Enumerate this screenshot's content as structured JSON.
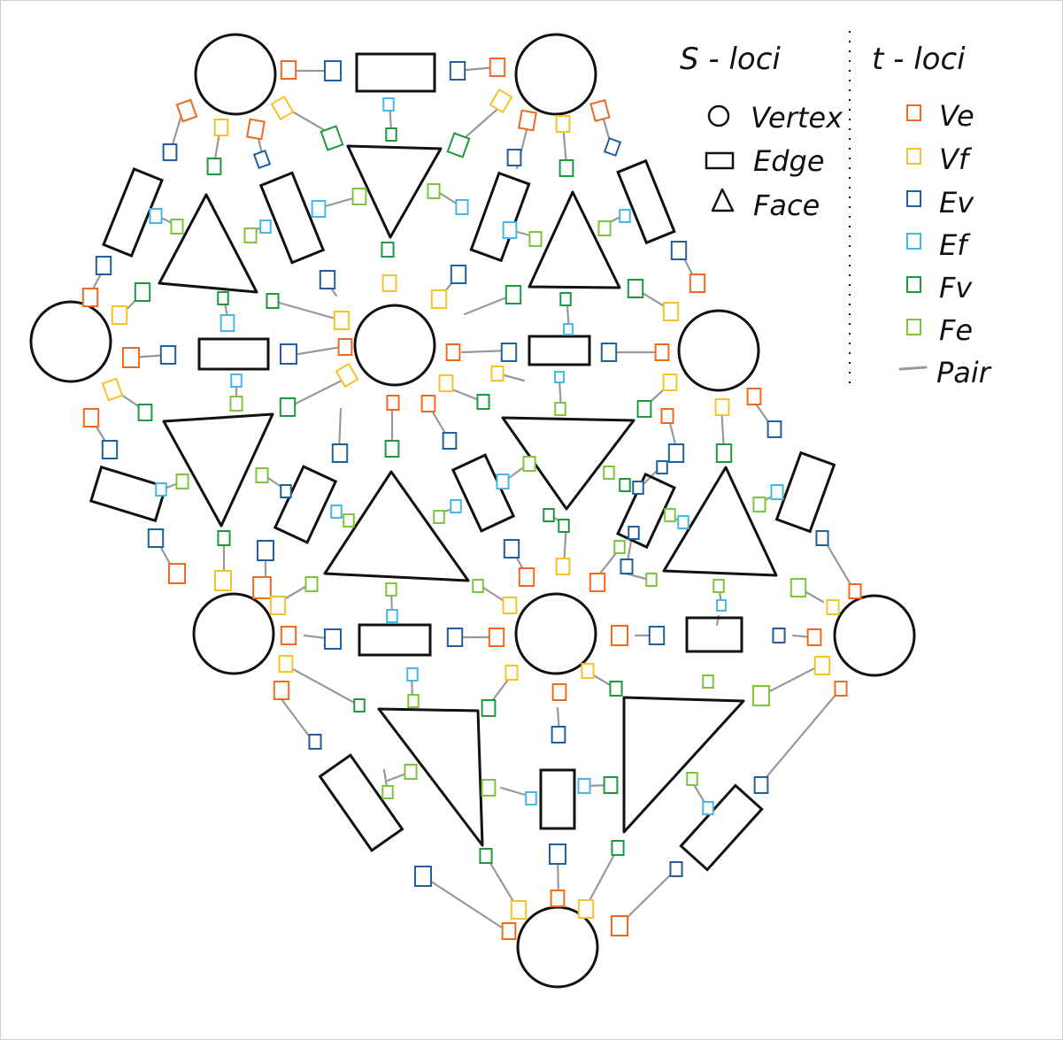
{
  "legend": {
    "s_title": "S - loci",
    "t_title": "t - loci",
    "s_items": [
      {
        "icon": "circle",
        "label": "Vertex"
      },
      {
        "icon": "rect",
        "label": "Edge"
      },
      {
        "icon": "triangle",
        "label": "Face"
      }
    ],
    "t_items": [
      {
        "key": "Ve",
        "label": "Ve",
        "color": "#F06A1E"
      },
      {
        "key": "Vf",
        "label": "Vf",
        "color": "#F5C42A"
      },
      {
        "key": "Ev",
        "label": "Ev",
        "color": "#1F5FA0"
      },
      {
        "key": "Ef",
        "label": "Ef",
        "color": "#45B8E6"
      },
      {
        "key": "Fv",
        "label": "Fv",
        "color": "#1E9A3E"
      },
      {
        "key": "Fe",
        "label": "Fe",
        "color": "#7CC63A"
      },
      {
        "key": "Pair",
        "label": "Pair",
        "color": "#999999"
      }
    ]
  },
  "colors": {
    "ink": "#111111",
    "pair": "#999999",
    "Ve": "#F06A1E",
    "Vf": "#F5C42A",
    "Ev": "#1F5FA0",
    "Ef": "#45B8E6",
    "Fv": "#1E9A3E",
    "Fe": "#7CC63A"
  }
}
